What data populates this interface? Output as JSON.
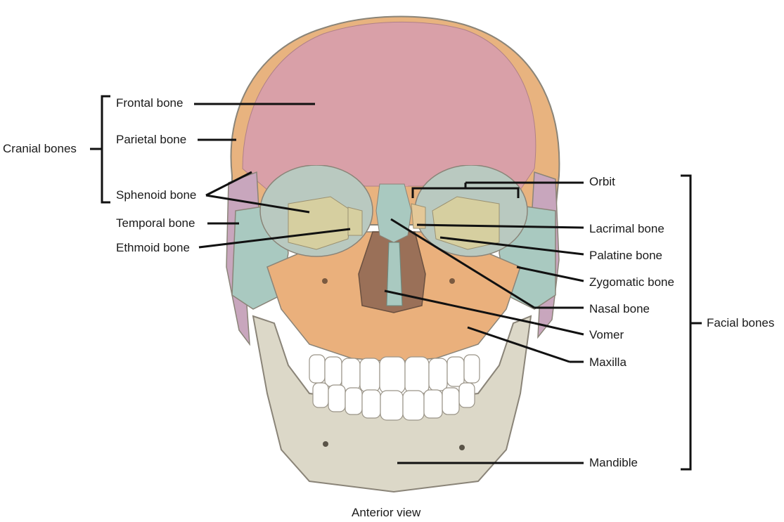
{
  "diagram": {
    "caption": "Anterior view",
    "groups": {
      "cranial": "Cranial bones",
      "facial": "Facial bones"
    },
    "labels": {
      "frontal": "Frontal bone",
      "parietal": "Parietal bone",
      "sphenoid": "Sphenoid bone",
      "temporal": "Temporal bone",
      "ethmoid": "Ethmoid bone",
      "orbit": "Orbit",
      "lacrimal": "Lacrimal bone",
      "palatine": "Palatine bone",
      "zygomatic": "Zygomatic bone",
      "nasal": "Nasal bone",
      "vomer": "Vomer",
      "maxilla": "Maxilla",
      "mandible": "Mandible"
    },
    "colors": {
      "frontal": "#d9a0a8",
      "parietal": "#e8b37f",
      "sphenoid": "#d6cfa0",
      "temporal": "#c8a6bd",
      "zygomatic": "#a9c9c0",
      "maxilla": "#eab07c",
      "mandible": "#dcd8c8",
      "nasal": "#a9c9c0",
      "teeth": "#ffffff",
      "outline": "#8a8478",
      "leader": "#111111"
    }
  }
}
